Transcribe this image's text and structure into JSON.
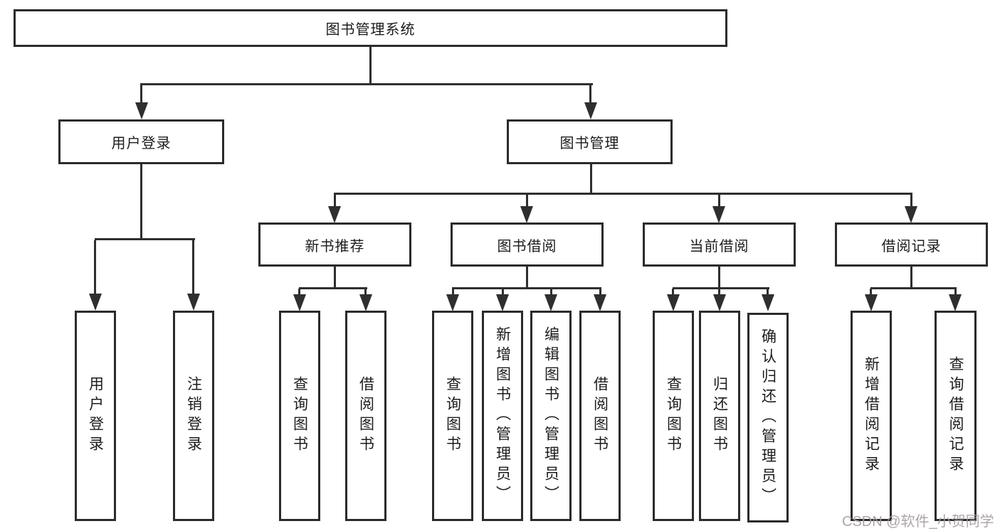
{
  "diagram": {
    "root": {
      "label": "图书管理系统"
    },
    "branches": [
      {
        "label": "用户登录",
        "children": [
          "用户登录",
          "注销登录"
        ]
      },
      {
        "label": "图书管理"
      }
    ],
    "modules": [
      {
        "label": "新书推荐",
        "children": [
          "查询图书",
          "借阅图书"
        ]
      },
      {
        "label": "图书借阅",
        "children": [
          "查询图书",
          "新增图书（管理员）",
          "编辑图书（管理员）",
          "借阅图书"
        ]
      },
      {
        "label": "当前借阅",
        "children": [
          "查询图书",
          "归还图书",
          "确认归还（管理员）"
        ]
      },
      {
        "label": "借阅记录",
        "children": [
          "新增借阅记录",
          "查询借阅记录"
        ]
      }
    ],
    "watermark": "CSDN @软件_小贺同学",
    "colors": {
      "line": "#2f2f2f",
      "box_border": "#2b2b2b",
      "text": "#1c1c1c",
      "watermark": "#a89e9e",
      "background": "#ffffff"
    }
  }
}
